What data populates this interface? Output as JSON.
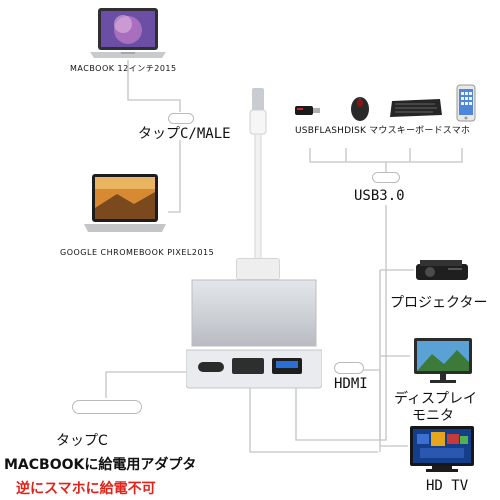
{
  "labels": {
    "macbook": "MACBOOK 12インチ2015",
    "type_c_male": "タップC/MALE",
    "chromebook": "GOOGLE CHROMEBOOK PIXEL2015",
    "peripherals": "USBFLASHDISK マウスキーボードスマホ",
    "usb30": "USB3.0",
    "projector": "プロジェクター",
    "hdmi": "HDMI",
    "display_line1": "ディスプレイ",
    "display_line2": "モニタ",
    "hdtv": "HD TV",
    "type_c": "タップC",
    "charge_line1": "MACBOOKに給電用アダプタ",
    "charge_line2": "逆にスマホに給電不可"
  },
  "colors": {
    "wire": "#bdbdbd",
    "hub_body": "#d3d6db",
    "hub_face": "#e9ebee",
    "usb_blue": "#2a6fd6",
    "warning_red": "#e0241b"
  },
  "icons": {
    "macbook": "laptop-icon",
    "chromebook": "laptop-icon",
    "usb_flash": "usb-flash-drive-icon",
    "mouse": "mouse-icon",
    "keyboard": "keyboard-icon",
    "phone": "smartphone-icon",
    "projector": "projector-icon",
    "monitor": "monitor-icon",
    "tv": "tv-icon",
    "hub": "usb-c-hub-icon"
  }
}
